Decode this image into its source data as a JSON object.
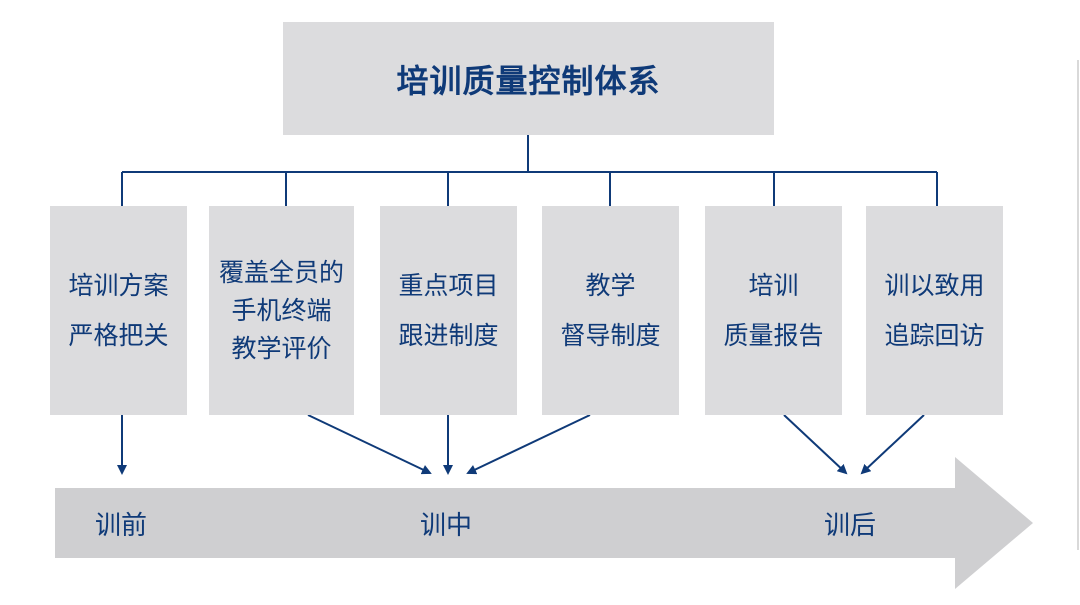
{
  "title": "培训质量控制体系",
  "categories": [
    {
      "label": "培训方案\n严格把关"
    },
    {
      "label": "覆盖全员的\n手机终端\n教学评价"
    },
    {
      "label": "重点项目\n跟进制度"
    },
    {
      "label": "教学\n督导制度"
    },
    {
      "label": "培训\n质量报告"
    },
    {
      "label": "训以致用\n追踪回访"
    }
  ],
  "phases": [
    {
      "label": "训前"
    },
    {
      "label": "训中"
    },
    {
      "label": "训后"
    }
  ],
  "colors": {
    "box_fill": "#dcdcde",
    "line": "#0f3a78",
    "text": "#0f3a78",
    "timeline_arrow": "#cfcfd1"
  }
}
